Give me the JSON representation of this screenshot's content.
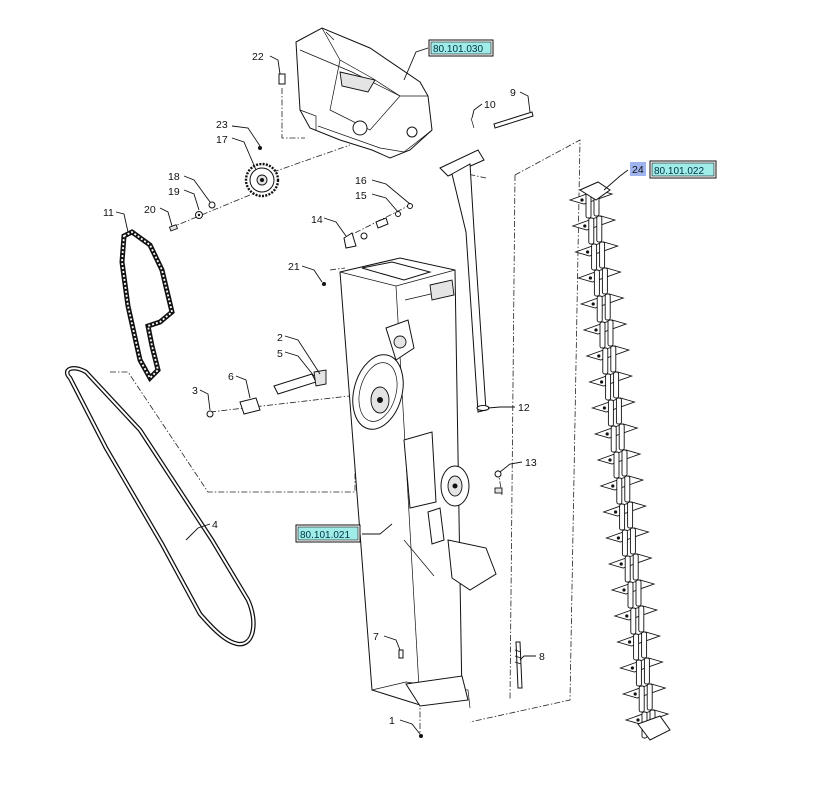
{
  "callouts": [
    "22",
    "23",
    "17",
    "18",
    "19",
    "20",
    "11",
    "16",
    "15",
    "14",
    "21",
    "2",
    "5",
    "3",
    "6",
    "4",
    "10",
    "9",
    "12",
    "13",
    "7",
    "8",
    "1",
    "24"
  ],
  "references": {
    "top_housing": "80.101.030",
    "elevator": "80.101.021",
    "chain": "80.101.022"
  },
  "highlight_color": "#9fece8",
  "highlight_number_color": "#9fb4ee"
}
